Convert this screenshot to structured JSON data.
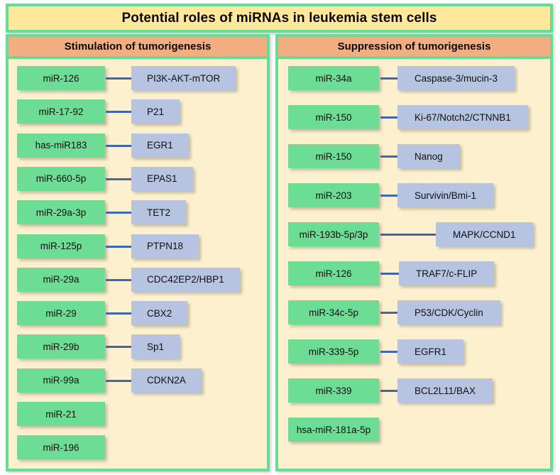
{
  "figure": {
    "title": "Potential roles of miRNAs in leukemia stem cells",
    "colors": {
      "title_bg": "#ffe79b",
      "panel_header_bg": "#f2ae81",
      "panel_bg": "#fdf0cf",
      "border_green": "#66dd96",
      "mirna_box": "#6ddd96",
      "target_box": "#b6c4e1",
      "connector": "#3f66b0"
    }
  },
  "panels": [
    {
      "id": "stimulation",
      "header": "Stimulation of tumorigenesis",
      "rows": [
        {
          "mirna": "miR-126",
          "target": "PI3K-AKT-mTOR",
          "relation": "inhibits"
        },
        {
          "mirna": "miR-17-92",
          "target": "P21",
          "relation": "inhibits"
        },
        {
          "mirna": "has-miR183",
          "target": "EGR1",
          "relation": "inhibits"
        },
        {
          "mirna": "miR-660-5p",
          "target": "EPAS1",
          "relation": "inhibits"
        },
        {
          "mirna": "miR-29a-3p",
          "target": "TET2",
          "relation": "inhibits"
        },
        {
          "mirna": "miR-125p",
          "target": "PTPN18",
          "relation": "inhibits"
        },
        {
          "mirna": "miR-29a",
          "target": "CDC42EP2/HBP1",
          "relation": "inhibits"
        },
        {
          "mirna": "miR-29",
          "target": "CBX2",
          "relation": "inhibits"
        },
        {
          "mirna": "miR-29b",
          "target": "Sp1",
          "relation": "inhibits"
        },
        {
          "mirna": "miR-99a",
          "target": "CDKN2A",
          "relation": "inhibits"
        },
        {
          "mirna": "miR-21",
          "target": null,
          "relation": "none"
        },
        {
          "mirna": "miR-196",
          "target": null,
          "relation": "none"
        }
      ]
    },
    {
      "id": "suppression",
      "header": "Suppression of tumorigenesis",
      "rows": [
        {
          "mirna": "miR-34a",
          "target": "Caspase-3/mucin-3",
          "relation": "inhibits"
        },
        {
          "mirna": "miR-150",
          "target": "Ki-67/Notch2/CTNNB1",
          "relation": "inhibits"
        },
        {
          "mirna": "miR-150",
          "target": "Nanog",
          "relation": "inhibits"
        },
        {
          "mirna": "miR-203",
          "target": "Survivin/Bmi-1",
          "relation": "inhibits"
        },
        {
          "mirna": "miR-193b-5p/3p",
          "target": "MAPK/CCND1",
          "relation": "inhibits"
        },
        {
          "mirna": "miR-126",
          "target": "TRAF7/c-FLIP",
          "relation": "inhibits"
        },
        {
          "mirna": "miR-34c-5p",
          "target": "P53/CDK/Cyclin",
          "relation": "inhibits"
        },
        {
          "mirna": "miR-339-5p",
          "target": "EGFR1",
          "relation": "inhibits"
        },
        {
          "mirna": "miR-339",
          "target": "BCL2L11/BAX",
          "relation": "inhibits"
        },
        {
          "mirna": "hsa-miR-181a-5p",
          "target": null,
          "relation": "none"
        }
      ]
    }
  ]
}
